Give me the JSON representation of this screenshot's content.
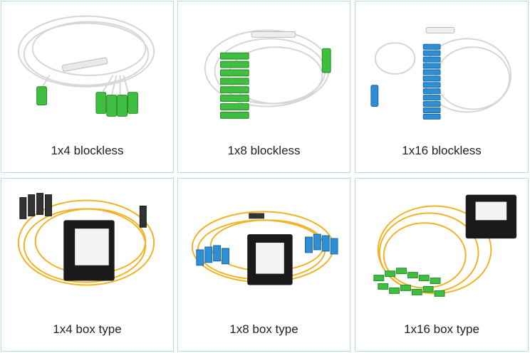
{
  "products": [
    {
      "caption": "1x4 blockless"
    },
    {
      "caption": "1x8 blockless"
    },
    {
      "caption": "1x16 blockless"
    },
    {
      "caption": "1x4 box type"
    },
    {
      "caption": "1x8 box type"
    },
    {
      "caption": "1x16 box type"
    }
  ],
  "colors": {
    "border": "#b7dce6",
    "white_fiber": "#d9d9d9",
    "yellow_fiber": "#f2b224",
    "sc_apc_green": "#3fbf3f",
    "sc_upc_blue": "#2f8fd6",
    "box_black": "#1a1a1a"
  }
}
